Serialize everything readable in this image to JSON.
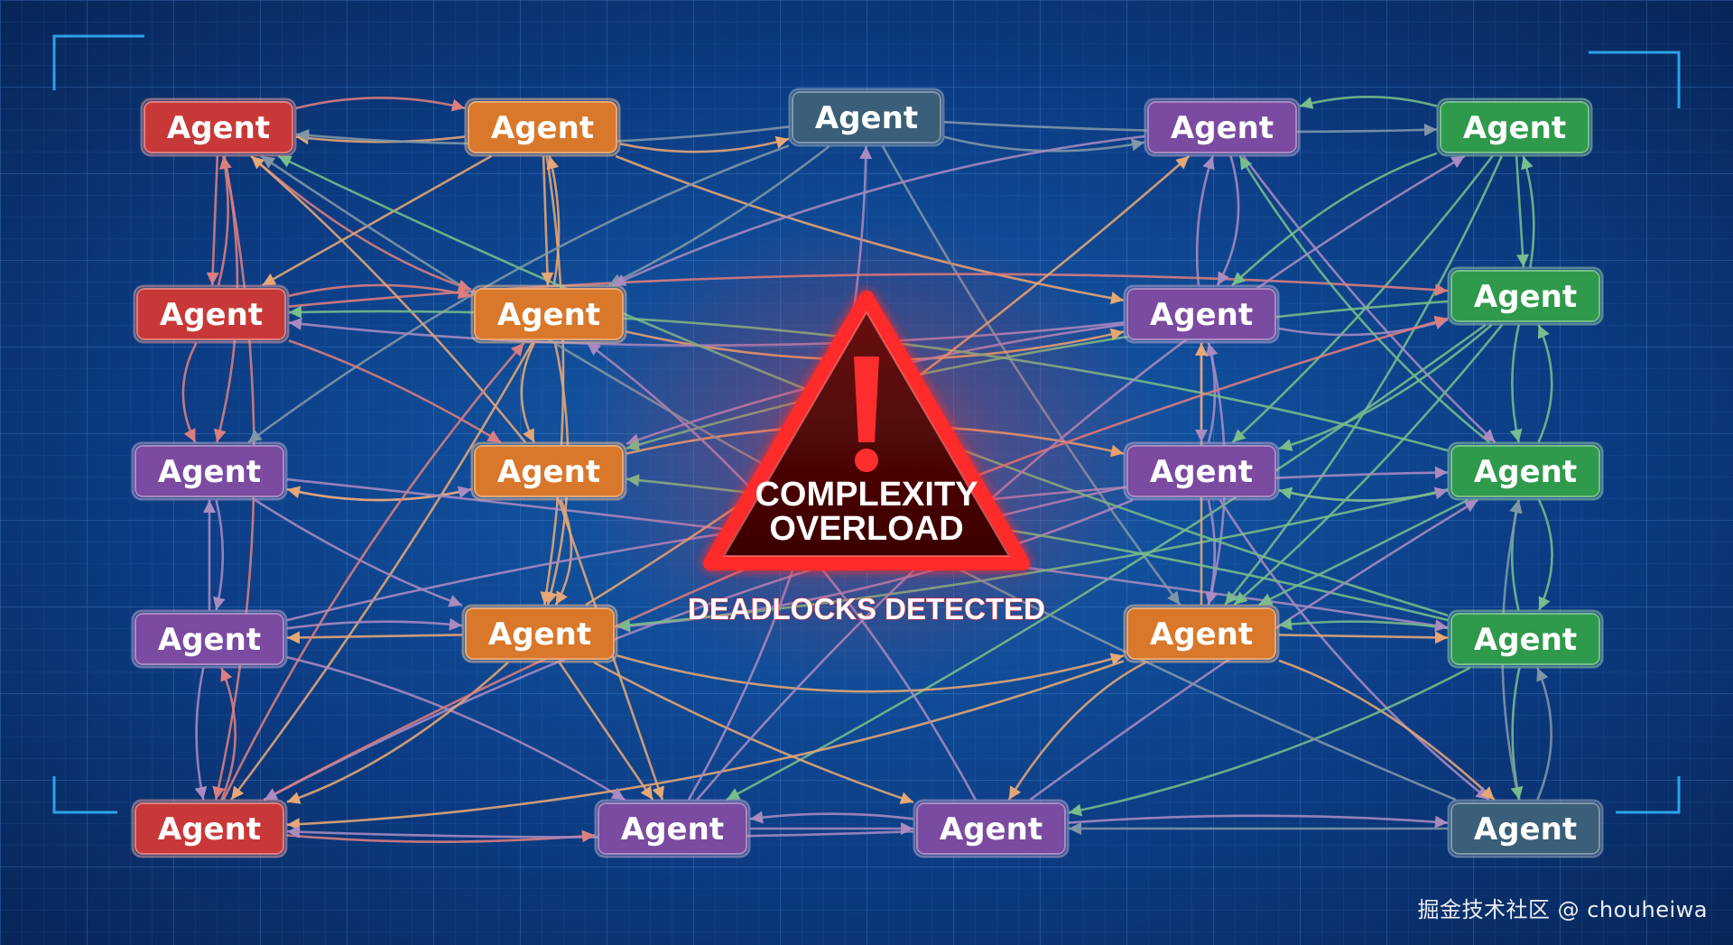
{
  "alert": {
    "title_line1": "COMPLEXITY",
    "title_line2": "OVERLOAD",
    "subtitle": "DEADLOCKS DETECTED",
    "symbol": "!"
  },
  "agents": [
    {
      "id": "r1",
      "label": "Agent",
      "color": "#c93838"
    },
    {
      "id": "o1",
      "label": "Agent",
      "color": "#d9782a"
    },
    {
      "id": "s1",
      "label": "Agent",
      "color": "#3b5f78"
    },
    {
      "id": "p1",
      "label": "Agent",
      "color": "#7a4ba0"
    },
    {
      "id": "g1",
      "label": "Agent",
      "color": "#2f9a4c"
    },
    {
      "id": "r2",
      "label": "Agent",
      "color": "#c93838"
    },
    {
      "id": "o2",
      "label": "Agent",
      "color": "#d9782a"
    },
    {
      "id": "p2",
      "label": "Agent",
      "color": "#7a4ba0"
    },
    {
      "id": "g2",
      "label": "Agent",
      "color": "#2f9a4c"
    },
    {
      "id": "p3",
      "label": "Agent",
      "color": "#7a4ba0"
    },
    {
      "id": "o3",
      "label": "Agent",
      "color": "#d9782a"
    },
    {
      "id": "p4",
      "label": "Agent",
      "color": "#7a4ba0"
    },
    {
      "id": "g3",
      "label": "Agent",
      "color": "#2f9a4c"
    },
    {
      "id": "p5",
      "label": "Agent",
      "color": "#7a4ba0"
    },
    {
      "id": "o4",
      "label": "Agent",
      "color": "#d9782a"
    },
    {
      "id": "o5",
      "label": "Agent",
      "color": "#d9782a"
    },
    {
      "id": "g4",
      "label": "Agent",
      "color": "#2f9a4c"
    },
    {
      "id": "r3",
      "label": "Agent",
      "color": "#c93838"
    },
    {
      "id": "p6",
      "label": "Agent",
      "color": "#7a4ba0"
    },
    {
      "id": "p7",
      "label": "Agent",
      "color": "#7a4ba0"
    },
    {
      "id": "s2",
      "label": "Agent",
      "color": "#3b5f78"
    }
  ],
  "edges": [
    [
      "r1",
      "o1"
    ],
    [
      "o1",
      "r1"
    ],
    [
      "r1",
      "r2"
    ],
    [
      "r2",
      "r1"
    ],
    [
      "r1",
      "o2"
    ],
    [
      "r1",
      "p3"
    ],
    [
      "r1",
      "r3"
    ],
    [
      "o1",
      "o2"
    ],
    [
      "o2",
      "o1"
    ],
    [
      "o1",
      "s1"
    ],
    [
      "o1",
      "o4"
    ],
    [
      "o1",
      "p2"
    ],
    [
      "o1",
      "r2"
    ],
    [
      "s1",
      "o5"
    ],
    [
      "s1",
      "p1"
    ],
    [
      "s1",
      "g1"
    ],
    [
      "s1",
      "o2"
    ],
    [
      "s1",
      "p3"
    ],
    [
      "s1",
      "r1"
    ],
    [
      "g1",
      "p1"
    ],
    [
      "p1",
      "p2"
    ],
    [
      "p2",
      "p1"
    ],
    [
      "g1",
      "g2"
    ],
    [
      "g2",
      "g1"
    ],
    [
      "g1",
      "p2"
    ],
    [
      "g1",
      "o5"
    ],
    [
      "g1",
      "p4"
    ],
    [
      "p1",
      "o2"
    ],
    [
      "p1",
      "g3"
    ],
    [
      "r2",
      "p3"
    ],
    [
      "r2",
      "o2"
    ],
    [
      "r2",
      "o3"
    ],
    [
      "r2",
      "g2"
    ],
    [
      "o2",
      "p2"
    ],
    [
      "o2",
      "o3"
    ],
    [
      "o2",
      "o4"
    ],
    [
      "o2",
      "r3"
    ],
    [
      "p2",
      "p4"
    ],
    [
      "p4",
      "p2"
    ],
    [
      "p2",
      "g2"
    ],
    [
      "p2",
      "o5"
    ],
    [
      "p2",
      "o3"
    ],
    [
      "p2",
      "r2"
    ],
    [
      "g2",
      "g3"
    ],
    [
      "g3",
      "g2"
    ],
    [
      "g2",
      "p4"
    ],
    [
      "g2",
      "o5"
    ],
    [
      "g2",
      "o3"
    ],
    [
      "g2",
      "p6"
    ],
    [
      "p3",
      "o3"
    ],
    [
      "o3",
      "p3"
    ],
    [
      "p3",
      "p5"
    ],
    [
      "p5",
      "p3"
    ],
    [
      "p3",
      "o4"
    ],
    [
      "p3",
      "g4"
    ],
    [
      "o3",
      "o4"
    ],
    [
      "o3",
      "p4"
    ],
    [
      "o3",
      "p6"
    ],
    [
      "o3",
      "r1"
    ],
    [
      "p4",
      "g3"
    ],
    [
      "g3",
      "p4"
    ],
    [
      "p4",
      "o5"
    ],
    [
      "p4",
      "o4"
    ],
    [
      "p4",
      "r3"
    ],
    [
      "p4",
      "s2"
    ],
    [
      "g3",
      "g4"
    ],
    [
      "g4",
      "g3"
    ],
    [
      "g3",
      "o5"
    ],
    [
      "g3",
      "o4"
    ],
    [
      "g3",
      "r2"
    ],
    [
      "g3",
      "p1"
    ],
    [
      "p5",
      "o4"
    ],
    [
      "o4",
      "p5"
    ],
    [
      "p5",
      "r3"
    ],
    [
      "r3",
      "p5"
    ],
    [
      "p5",
      "p6"
    ],
    [
      "p5",
      "g3"
    ],
    [
      "o4",
      "p6"
    ],
    [
      "o4",
      "p7"
    ],
    [
      "o4",
      "o5"
    ],
    [
      "o4",
      "r3"
    ],
    [
      "o4",
      "p1"
    ],
    [
      "o5",
      "g4"
    ],
    [
      "g4",
      "o5"
    ],
    [
      "o5",
      "p7"
    ],
    [
      "o5",
      "s2"
    ],
    [
      "o5",
      "r3"
    ],
    [
      "o5",
      "p2"
    ],
    [
      "g4",
      "s2"
    ],
    [
      "s2",
      "g4"
    ],
    [
      "g4",
      "p7"
    ],
    [
      "g4",
      "o3"
    ],
    [
      "g4",
      "r1"
    ],
    [
      "r3",
      "p6"
    ],
    [
      "p7",
      "r3"
    ],
    [
      "r3",
      "o2"
    ],
    [
      "r3",
      "g2"
    ],
    [
      "p6",
      "p7"
    ],
    [
      "p7",
      "p6"
    ],
    [
      "p6",
      "s1"
    ],
    [
      "p6",
      "g1"
    ],
    [
      "p7",
      "s2"
    ],
    [
      "s2",
      "p7"
    ],
    [
      "p7",
      "o2"
    ],
    [
      "p7",
      "g3"
    ],
    [
      "s2",
      "g3"
    ],
    [
      "s2",
      "r1"
    ]
  ],
  "watermark": "掘金技术社区 @ chouheiwa"
}
